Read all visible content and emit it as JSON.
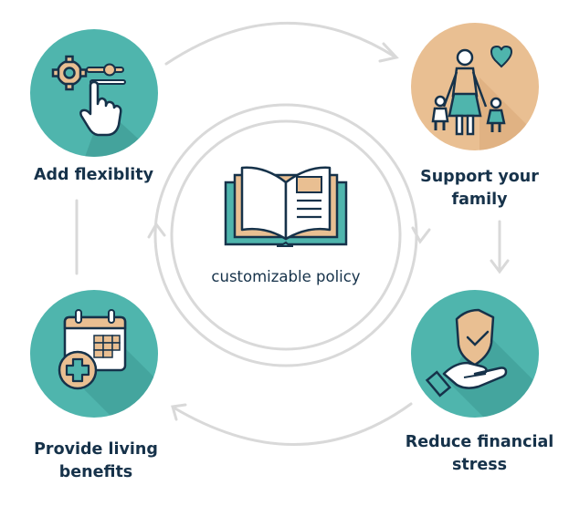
{
  "diagram": {
    "center": {
      "label": "customizable policy",
      "icon": "open-book-icon"
    },
    "steps": [
      {
        "label": "Add flexiblity",
        "icon": "gear-slider-hand-icon",
        "color": "#4fb5ad"
      },
      {
        "label_line1": "Support your",
        "label_line2": "family",
        "icon": "family-heart-icon",
        "color": "#e9bf92"
      },
      {
        "label_line1": "Reduce financial",
        "label_line2": "stress",
        "icon": "shield-hand-icon",
        "color": "#4fb5ad"
      },
      {
        "label_line1": "Provide living",
        "label_line2": "benefits",
        "icon": "calendar-medical-icon",
        "color": "#4fb5ad"
      }
    ],
    "colors": {
      "teal": "#4fb5ad",
      "peach": "#e9bf92",
      "navy": "#16324a",
      "arrow": "#d9d9d9"
    }
  }
}
